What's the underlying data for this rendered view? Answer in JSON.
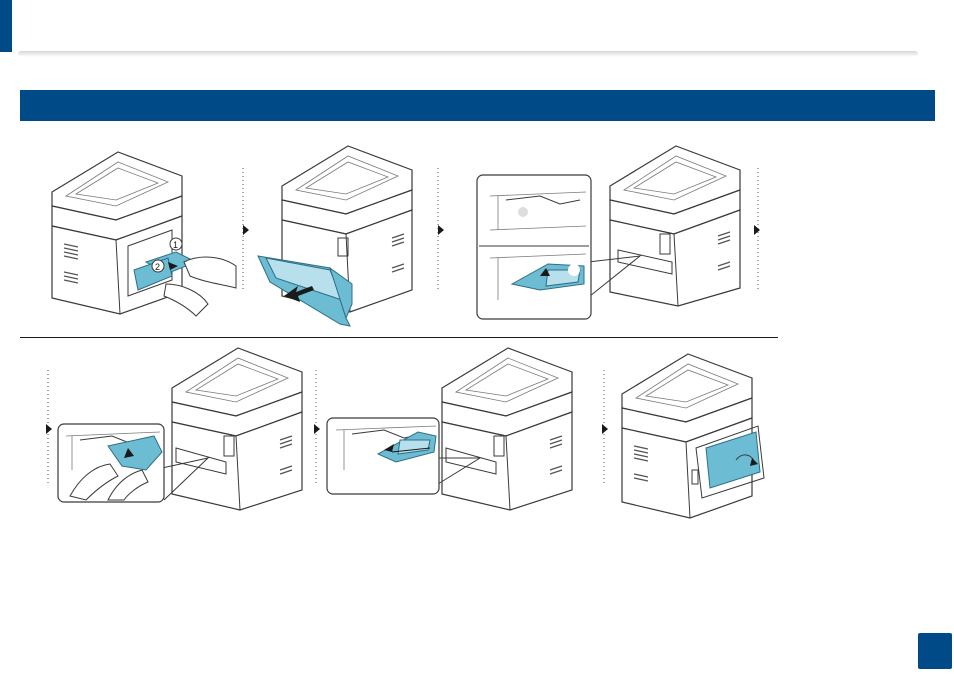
{
  "page": {
    "number": ""
  },
  "section": {
    "title": ""
  },
  "colors": {
    "brand_blue": "#004a88",
    "part_highlight": "#6cbcd4",
    "divider": "#1a1a1a"
  },
  "steps": [
    {
      "icon": "printer-remove-jammed-paper-illustration"
    },
    {
      "icon": "tray-pull-out-illustration"
    },
    {
      "icon": "tray-cavity-inspection-illustration"
    },
    {
      "icon": "pull-paper-from-cavity-illustration"
    },
    {
      "icon": "lower-guide-release-illustration"
    },
    {
      "icon": "rear-cover-close-illustration"
    }
  ],
  "step_labels": [
    "1",
    "2"
  ]
}
